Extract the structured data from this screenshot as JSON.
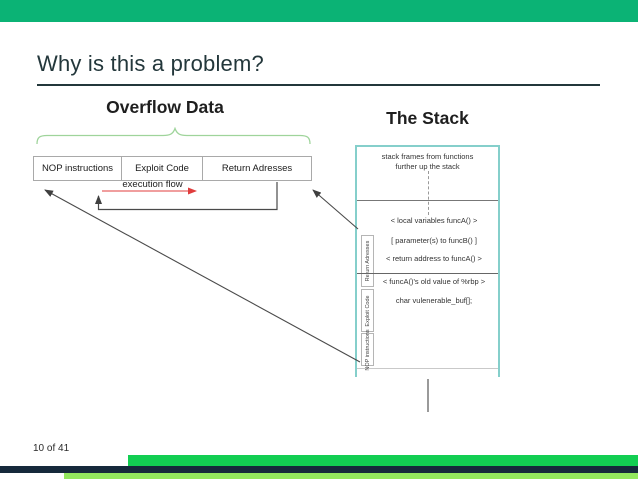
{
  "slide": {
    "title": "Why is this a problem?",
    "page_number": "10 of 41"
  },
  "colors": {
    "top-bar": "#0BB375",
    "bottom-green": "#12CE52",
    "bottom-navy": "#16293B",
    "bottom-lightgreen": "#93E75E",
    "title-text": "#23373B",
    "brace": "#9FD49B",
    "stack-border": "#85CFCB",
    "red-arrow": "#E03C3C",
    "box-border": "#A9A9A9",
    "line-dark": "#3F3F3F"
  },
  "overflow_diagram": {
    "heading": "Overflow Data",
    "boxes": [
      "NOP instructions",
      "Exploit Code",
      "Return Adresses"
    ],
    "execution_flow_label": "execution flow"
  },
  "stack_diagram": {
    "heading": "The Stack",
    "frames_note_line1": "stack frames from functions",
    "frames_note_line2": "further up the stack",
    "rows": [
      "< local variables funcA() >",
      "[ parameter(s) to funcB() ]",
      "< return address to funcA() >",
      "< funcA()'s old value of %rbp >",
      "char vulenerable_buf[];"
    ],
    "side_labels": [
      "Return Adresses",
      "Exploit Code",
      "NOP instructions"
    ]
  }
}
